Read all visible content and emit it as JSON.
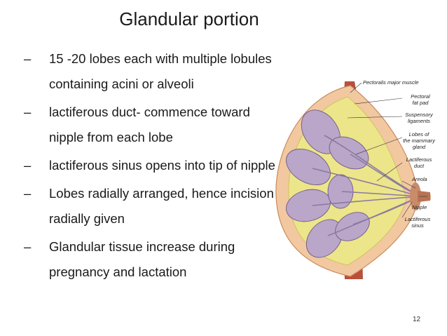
{
  "slide": {
    "title": "Glandular portion",
    "bullets": [
      "15 -20 lobes each with multiple lobules containing acini or alveoli",
      "lactiferous duct- commence toward nipple from each lobe",
      "lactiferous sinus opens into tip of nipple",
      "Lobes radially arranged, hence incision radially given",
      "Glandular tissue increase during pregnancy and lactation"
    ],
    "dash": "–",
    "page_number": "12"
  },
  "figure": {
    "labels": {
      "pectoralis": "Pectoralis major muscle",
      "fat_pad_1": "Pectoral",
      "fat_pad_2": "fat pad",
      "suspensory_1": "Suspensory",
      "suspensory_2": "ligaments",
      "lobes_1": "Lobes of",
      "lobes_2": "the mammary",
      "lobes_3": "gland",
      "duct_1": "Lactiferous",
      "duct_2": "duct",
      "areola": "Areola",
      "nipple": "Nipple",
      "sinus_1": "Lactiferous",
      "sinus_2": "sinus"
    }
  },
  "colors": {
    "skin": "#f2c8a0",
    "muscle": "#b8503c",
    "fat": "#ece58a",
    "lobe": "#b9a6c9",
    "lobe_outline": "#6f5a86"
  }
}
